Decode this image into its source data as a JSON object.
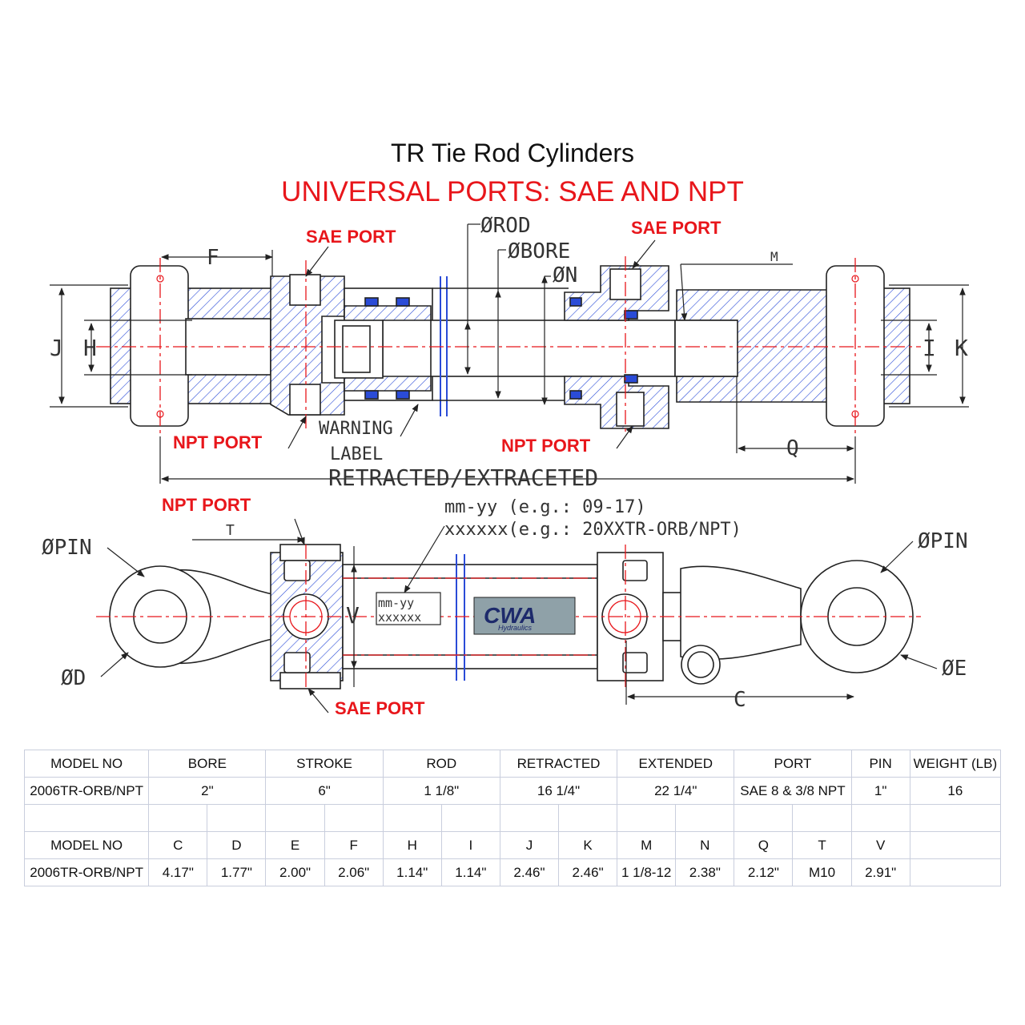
{
  "header": {
    "title": "TR Tie Rod Cylinders",
    "subtitle": "UNIVERSAL PORTS: SAE AND NPT"
  },
  "colors": {
    "accent_red": "#e8161b",
    "hatch_blue": "#2a4bd7",
    "centerline_red": "#e8161b",
    "line": "#222222"
  },
  "top_view": {
    "labels": {
      "sae_port_left": "SAE PORT",
      "sae_port_right": "SAE PORT",
      "npt_port_left": "NPT PORT",
      "npt_port_right": "NPT PORT",
      "rod": "ØROD",
      "bore": "ØBORE",
      "n": "ØN",
      "f": "F",
      "m": "M",
      "j": "J",
      "h": "H",
      "i": "I",
      "k": "K",
      "q": "Q",
      "warning_1": "WARNING",
      "warning_2": "LABEL",
      "length": "RETRACTED/EXTRACETED"
    }
  },
  "bottom_view": {
    "labels": {
      "npt_port": "NPT PORT",
      "sae_port": "SAE PORT",
      "date_format": "mm-yy (e.g.: 09-17)",
      "serial_format": "xxxxxx(e.g.: 20XXTR-ORB/NPT)",
      "pin_left": "ØPIN",
      "pin_right": "ØPIN",
      "d": "ØD",
      "e": "ØE",
      "t": "T",
      "v": "V",
      "c": "C",
      "plate_line1": "mm-yy",
      "plate_line2": "xxxxxx",
      "logo_text": "CWA",
      "logo_sub": "Hydraulics"
    }
  },
  "spec_table": {
    "header1": [
      "MODEL NO",
      "BORE",
      "STROKE",
      "ROD",
      "RETRACTED",
      "EXTENDED",
      "PORT",
      "PIN",
      "WEIGHT (LB)"
    ],
    "row1": [
      "2006TR-ORB/NPT",
      "2\"",
      "6\"",
      "1 1/8\"",
      "16 1/4\"",
      "22 1/4\"",
      "SAE 8 & 3/8 NPT",
      "1\"",
      "16"
    ],
    "header2": [
      "MODEL NO",
      "C",
      "D",
      "E",
      "F",
      "H",
      "I",
      "J",
      "K",
      "M",
      "N",
      "Q",
      "T",
      "V"
    ],
    "row2": [
      "2006TR-ORB/NPT",
      "4.17\"",
      "1.77\"",
      "2.00\"",
      "2.06\"",
      "1.14\"",
      "1.14\"",
      "2.46\"",
      "2.46\"",
      "1 1/8-12",
      "2.38\"",
      "2.12\"",
      "M10",
      "2.91\""
    ]
  }
}
